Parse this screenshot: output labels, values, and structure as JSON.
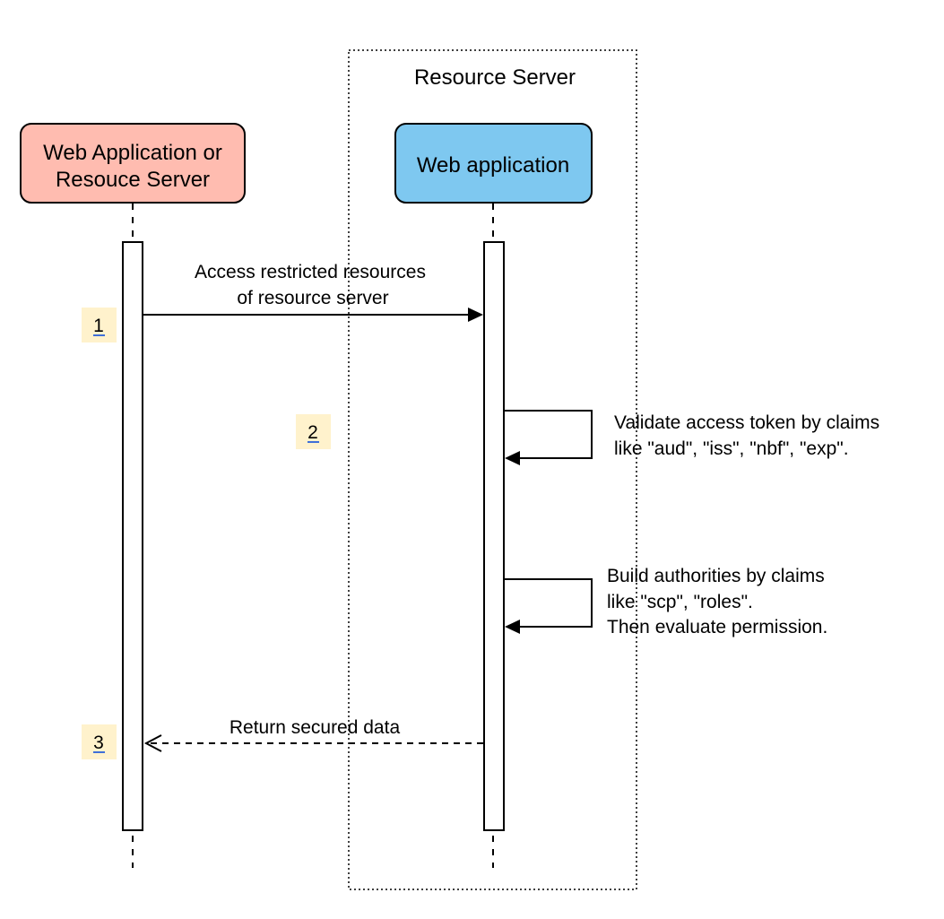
{
  "boundary": {
    "title": "Resource Server"
  },
  "participants": [
    {
      "id": "client",
      "lines": [
        "Web Application or",
        "Resouce Server"
      ],
      "fill": "#ffbcb0"
    },
    {
      "id": "webapp",
      "lines": [
        "Web application"
      ],
      "fill": "#7ec8f0"
    }
  ],
  "messages": [
    {
      "id": "access",
      "lines": [
        "Access restricted resources",
        "of resource server"
      ],
      "style": "solid"
    },
    {
      "id": "validate",
      "lines": [
        "Validate access token by claims",
        "like \"aud\", \"iss\", \"nbf\", \"exp\"."
      ],
      "style": "self"
    },
    {
      "id": "build",
      "lines": [
        "Build authorities by claims",
        "like \"scp\", \"roles\".",
        "Then evaluate permission."
      ],
      "style": "self"
    },
    {
      "id": "return",
      "lines": [
        "Return secured data"
      ],
      "style": "dashed"
    }
  ],
  "steps": [
    {
      "label": "1"
    },
    {
      "label": "2"
    },
    {
      "label": "3"
    }
  ],
  "colors": {
    "step_badge": "#fff2cc",
    "step_underline": "#3f6fd8",
    "line": "#000000"
  }
}
